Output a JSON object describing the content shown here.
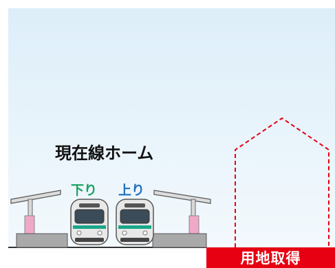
{
  "labels": {
    "current_line_platform": "現在線ホーム",
    "down_line": "下り",
    "up_line": "上り",
    "land_acquisition": "用地取得"
  },
  "colors": {
    "sky_top": "#ddeef9",
    "sky_bottom": "#f3f9fd",
    "down_label": "#1aa15f",
    "up_label": "#1e6fc2",
    "acquisition": "#e60012",
    "platform": "#a9a9a9",
    "pink_post": "#f0a8c8",
    "train_stripe": "#19a78a"
  }
}
